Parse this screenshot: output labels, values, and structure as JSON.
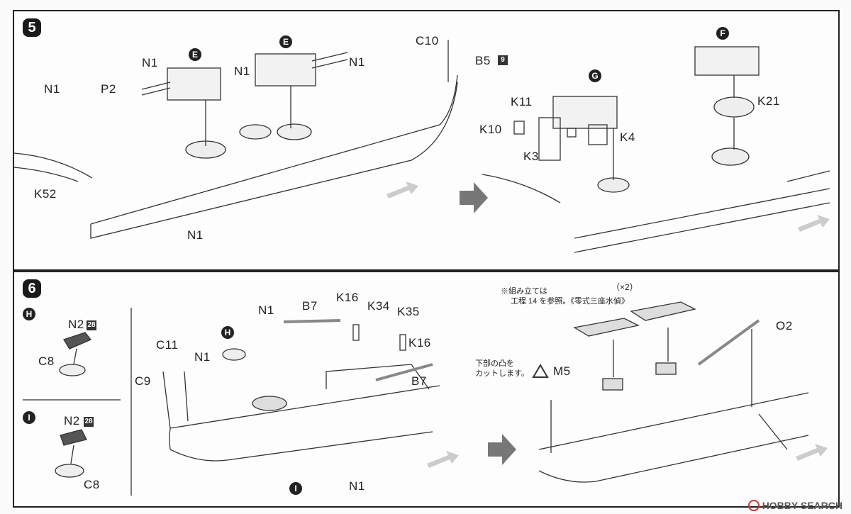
{
  "step5": {
    "number": "5",
    "labels": {
      "n1_a": "N1",
      "n1_b": "N1",
      "n1_c": "N1",
      "n1_d": "N1",
      "n1_e": "N1",
      "p2": "P2",
      "k52": "K52",
      "c10": "C10",
      "b5": "B5",
      "b5_ref": "9",
      "k11": "K11",
      "k10": "K10",
      "k3": "K3",
      "k4": "K4",
      "k21": "K21",
      "e1": "E",
      "e2": "E",
      "g": "G",
      "f": "F"
    }
  },
  "step6": {
    "number": "6",
    "side_h": {
      "marker": "H",
      "n2": "N2",
      "n2_ref": "28",
      "c8": "C8"
    },
    "side_i": {
      "marker": "I",
      "n2": "N2",
      "n2_ref": "28",
      "c8": "C8"
    },
    "labels": {
      "c11": "C11",
      "c9": "C9",
      "n1_a": "N1",
      "n1_b": "N1",
      "n1_c": "N1",
      "b7_a": "B7",
      "b7_b": "B7",
      "k16_a": "K16",
      "k16_b": "K16",
      "k34": "K34",
      "k35": "K35",
      "h": "H",
      "i": "I",
      "x2": "（×2）",
      "o2": "O2",
      "m5": "M5"
    },
    "notes": {
      "assembly_line1": "※組み立ては",
      "assembly_line2": "工程 14 を参照。《零式三座水偵》",
      "cut_line1": "下部の凸を",
      "cut_line2": "カットします。"
    }
  },
  "watermark": "HOBBY SEARCH",
  "colors": {
    "ink": "#1a1a1a",
    "arrow": "#777777",
    "paper": "#fbfbfb"
  }
}
